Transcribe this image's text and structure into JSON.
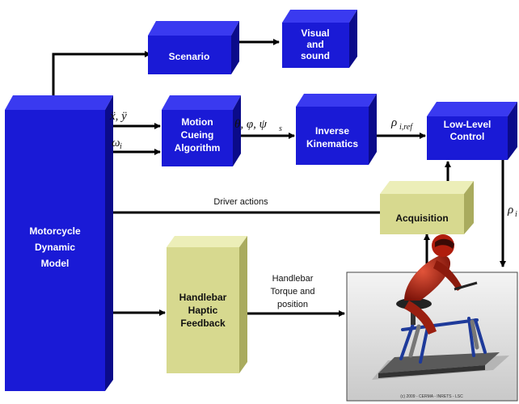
{
  "blocks": {
    "scenario": "Scenario",
    "visual": [
      "Visual",
      "and",
      "sound"
    ],
    "motion_cueing": [
      "Motion",
      "Cueing",
      "Algorithm"
    ],
    "inverse_kinematics": [
      "Inverse",
      "Kinematics"
    ],
    "low_level_control": [
      "Low-Level",
      "Control"
    ],
    "acquisition": "Acquisition",
    "motorcycle_model": [
      "Motorcycle",
      "Dynamic",
      "Model"
    ],
    "haptic_feedback": [
      "Handlebar",
      "Haptic",
      "Feedback"
    ]
  },
  "signals": {
    "accel": "ẍ, ÿ",
    "omega": "ω",
    "omega_sub": "i",
    "angles": "θ, φ, ψ",
    "angles_sub": "s",
    "rho_ref": "ρ",
    "rho_ref_sub": "i,ref",
    "rho_meas": "ρ",
    "rho_meas_sub": "i"
  },
  "labels": {
    "driver_actions": "Driver actions",
    "handlebar_torque": [
      "Handlebar",
      "Torque and",
      "position"
    ],
    "copyright": "(c) 2009 - CERMA - INRETS - LSC"
  },
  "colors": {
    "blue_front": "#1a1ad6",
    "blue_top": "#3a3af0",
    "blue_side": "#0b0b8a",
    "khaki_front": "#d7d98f",
    "khaki_top": "#eceeb8",
    "khaki_side": "#a9ab5e"
  }
}
